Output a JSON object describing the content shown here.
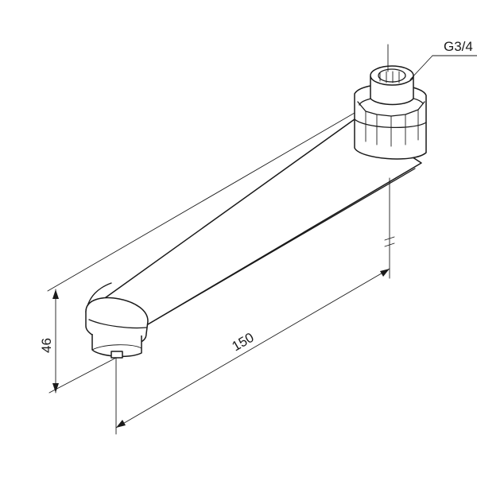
{
  "drawing": {
    "thread_label": "G3/4",
    "length_label": "150",
    "height_label": "46"
  }
}
